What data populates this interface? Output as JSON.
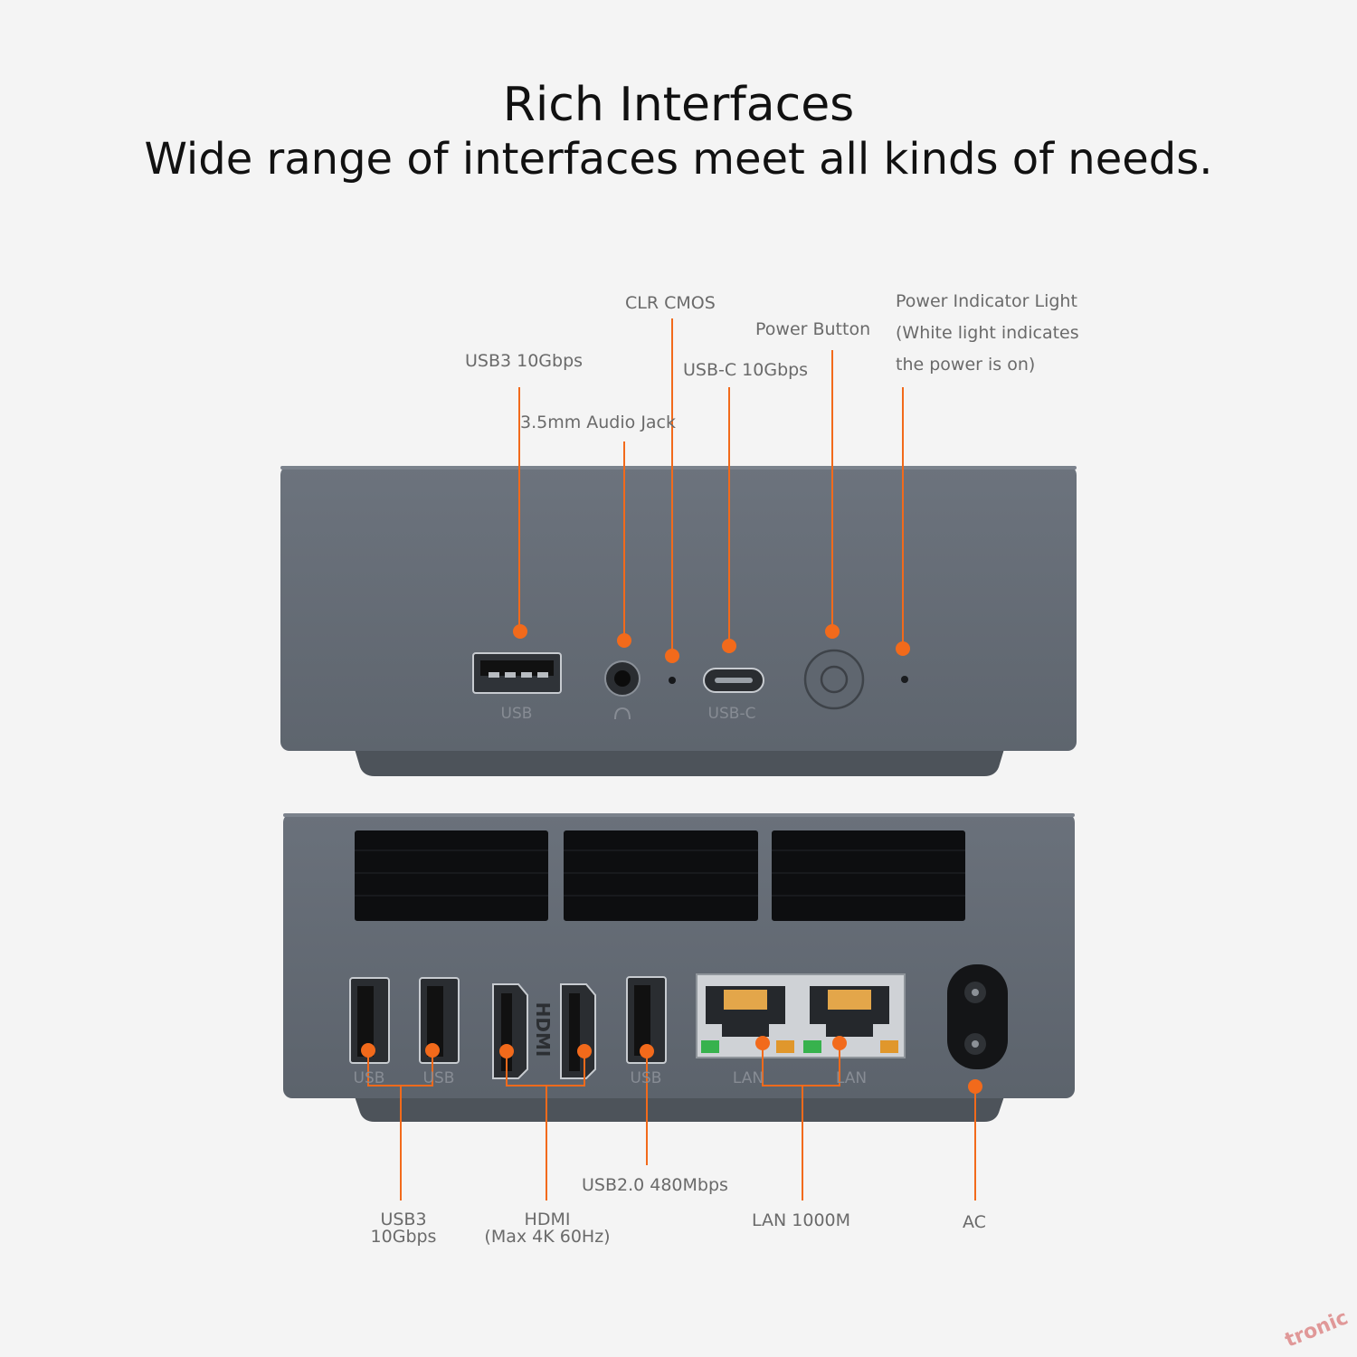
{
  "header": {
    "title": "Rich Interfaces",
    "subtitle": "Wide range of interfaces meet all kinds of needs."
  },
  "colors": {
    "background": "#f4f4f4",
    "chassis": "#656d77",
    "chassis_dark": "#4f565e",
    "accent": "#f26a1b",
    "label": "#6a6a6a"
  },
  "front_panel": {
    "callouts": {
      "usb3": "USB3 10Gbps",
      "audio": "3.5mm Audio Jack",
      "clr_cmos": "CLR CMOS",
      "usbc": "USB-C 10Gbps",
      "power_button": "Power Button",
      "power_light": [
        "Power Indicator Light",
        "(White light indicates",
        "the power is on)"
      ]
    },
    "silkscreen": {
      "usb": "USB",
      "usbc": "USB-C"
    }
  },
  "rear_panel": {
    "callouts": {
      "usb3": [
        "USB3",
        "10Gbps"
      ],
      "hdmi": [
        "HDMI",
        "(Max 4K 60Hz)"
      ],
      "usb2": "USB2.0 480Mbps",
      "lan": "LAN 1000M",
      "ac": "AC"
    },
    "silkscreen": {
      "usb_1": "USB",
      "usb_2": "USB",
      "usb_3": "USB",
      "lan_1": "LAN",
      "lan_2": "LAN",
      "hdmi": "HDMI"
    }
  },
  "watermark": "tronic"
}
